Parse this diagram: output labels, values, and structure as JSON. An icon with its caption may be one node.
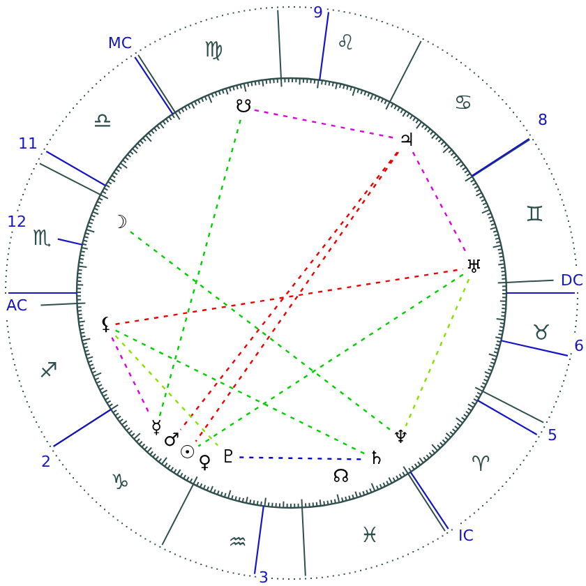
{
  "diagram": {
    "nodes": [
      {
        "text": [
          "☋"
        ]
      },
      {
        "text": [
          "♃"
        ]
      },
      {
        "text": [
          "☽"
        ]
      },
      {
        "text": [
          "♅"
        ]
      },
      {
        "text": [
          "⚸"
        ]
      },
      {
        "text": [
          "☿"
        ]
      },
      {
        "text": [
          "♂"
        ]
      },
      {
        "text": [
          "♆"
        ]
      },
      {
        "text": [
          "☉"
        ]
      },
      {
        "text": [
          "♄"
        ]
      },
      {
        "text": [
          "♀"
        ]
      },
      {
        "text": [
          "♇"
        ]
      }
    ],
    "edges": [
      {
        "from": 0,
        "to": 1,
        "arrow": "none",
        "style": "dashed",
        "color": "#e000e0"
      },
      {
        "from": 1,
        "to": 3,
        "arrow": "none",
        "style": "dashed",
        "color": "#e000e0"
      },
      {
        "from": 1,
        "to": 6,
        "arrow": "none",
        "style": "dashed",
        "color": "#ee0000"
      },
      {
        "from": 1,
        "to": 8,
        "arrow": "none",
        "style": "dashed",
        "color": "#ee0000"
      },
      {
        "from": 4,
        "to": 3,
        "arrow": "none",
        "style": "dashed",
        "color": "#ee0000"
      },
      {
        "from": 0,
        "to": 5,
        "arrow": "none",
        "style": "dashed",
        "color": "#00d000"
      },
      {
        "from": 2,
        "to": 7,
        "arrow": "none",
        "style": "dashed",
        "color": "#00d000"
      },
      {
        "from": 4,
        "to": 9,
        "arrow": "none",
        "style": "dashed",
        "color": "#00d000"
      },
      {
        "from": 3,
        "to": 8,
        "arrow": "none",
        "style": "dashed",
        "color": "#00d000"
      },
      {
        "from": 4,
        "to": 11,
        "arrow": "none",
        "style": "dashed",
        "color": "#88e000"
      },
      {
        "from": 3,
        "to": 7,
        "arrow": "none",
        "style": "dashed",
        "color": "#88e000"
      },
      {
        "from": 4,
        "to": 5,
        "arrow": "none",
        "style": "dashed",
        "color": "#e000e0"
      },
      {
        "from": 11,
        "to": 9,
        "arrow": "none",
        "style": "dashed",
        "color": "#0000dd"
      }
    ],
    "labels": [
      "9",
      "♌",
      "♍",
      "MC",
      "♋",
      "♎",
      "8",
      "11",
      "♊",
      "12",
      "♏",
      "DC",
      "AC",
      "♉",
      "6",
      "♐",
      "5",
      "2",
      "♈",
      "☊",
      "♑",
      "IC",
      "♓",
      "♒",
      "3"
    ]
  }
}
